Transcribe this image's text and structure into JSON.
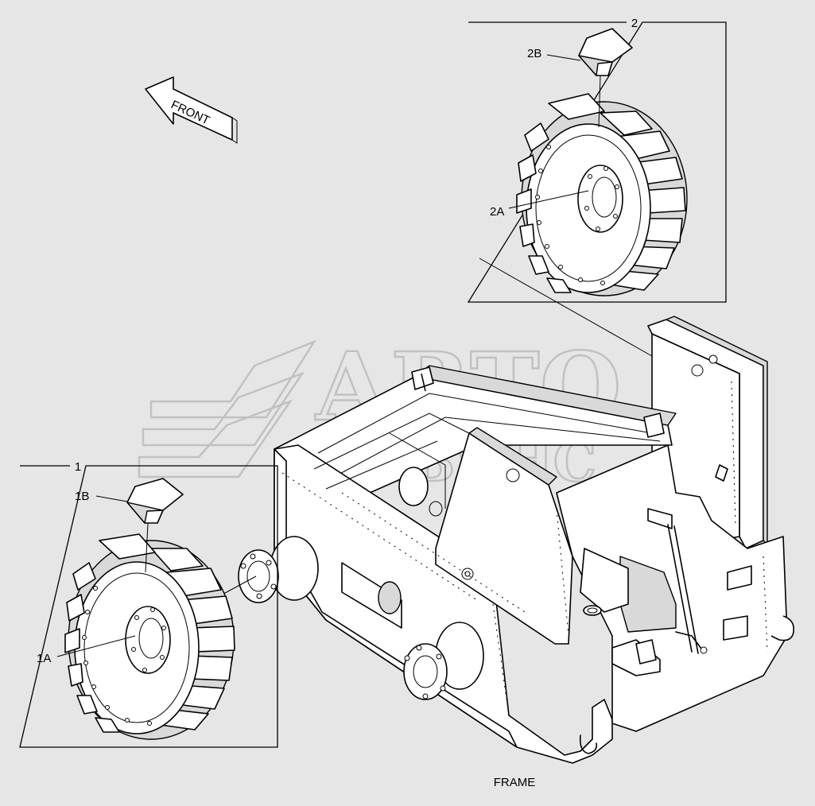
{
  "callouts": {
    "box1": "1",
    "box2": "2",
    "label_1a": "1A",
    "label_1b": "1B",
    "label_2a": "2A",
    "label_2b": "2B"
  },
  "front_arrow": {
    "label": "FRONT"
  },
  "caption": "FRAME",
  "watermark": {
    "line1": "АВТО",
    "line2": "АЛЬЯНС"
  },
  "colors": {
    "background": "#e6e6e6",
    "line": "#000000",
    "watermark": "#bdbdbd"
  }
}
